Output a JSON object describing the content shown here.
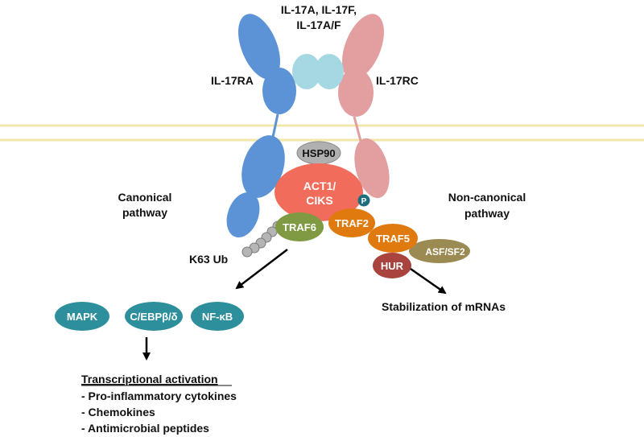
{
  "ligand": {
    "line1": "IL-17A, IL-17F,",
    "line2": "IL-17A/F"
  },
  "receptors": {
    "left": "IL-17RA",
    "right": "IL-17RC"
  },
  "adaptors": {
    "hsp90": "HSP90",
    "act1_line1": "ACT1/",
    "act1_line2": "CIKS",
    "phospho": "P",
    "traf6": "TRAF6",
    "traf2": "TRAF2",
    "traf5": "TRAF5",
    "asf": "ASF/SF2",
    "hur": "HUR"
  },
  "ubiquitin": "K63 Ub",
  "pathways": {
    "canonical_line1": "Canonical",
    "canonical_line2": "pathway",
    "noncanonical_line1": "Non-canonical",
    "noncanonical_line2": "pathway"
  },
  "effectors": {
    "mapk": "MAPK",
    "cebp": "C/EBPβ/δ",
    "nfkb": "NF-κB"
  },
  "outcomes": {
    "stabilization": "Stabilization of mRNAs",
    "transcription_title": "Transcriptional activation",
    "items": [
      "- Pro-inflammatory cytokines",
      "- Chemokines",
      "- Antimicrobial peptides"
    ]
  },
  "colors": {
    "ra_blue": "#5b93d6",
    "rc_pink": "#e39f9f",
    "ligand_cyan": "#a6d8e3",
    "membrane": "#f2e6a8",
    "act1_salmon": "#f26c5c",
    "hsp90_grey": "#b0b0b0",
    "traf6_green": "#7f9a42",
    "traf_orange": "#e07a0f",
    "asf_olive": "#9b8a52",
    "hur_red": "#a8433e",
    "effector_teal": "#2e8f9c",
    "phospho_teal": "#1e6f7e"
  }
}
